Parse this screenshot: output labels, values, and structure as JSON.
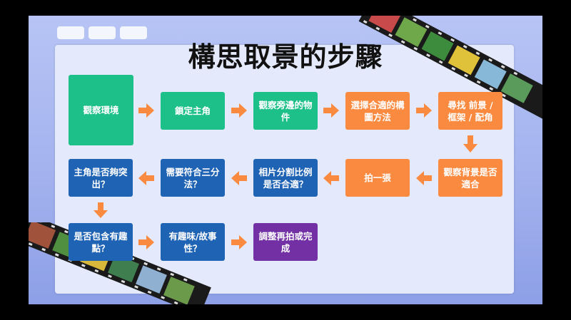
{
  "title": "構思取景的步驟",
  "colors": {
    "green": "#1ec08a",
    "orange": "#fa8a3f",
    "blue": "#1f63b4",
    "purple": "#7330a5"
  },
  "steps": [
    {
      "id": "s1",
      "text": "觀察環境"
    },
    {
      "id": "s2",
      "text": "鎖定主角"
    },
    {
      "id": "s3",
      "text": "觀察旁邊的物件"
    },
    {
      "id": "s4",
      "text": "選擇合適的構圖方法"
    },
    {
      "id": "s5",
      "text": "尋找 前景 / 框架 / 配角"
    },
    {
      "id": "s6",
      "text": "觀察背景是否適合"
    },
    {
      "id": "s7",
      "text": "拍一張"
    },
    {
      "id": "s8",
      "text": "相片分割比例是否合適？"
    },
    {
      "id": "s9",
      "text": "需要符合三分法？"
    },
    {
      "id": "s10",
      "text": "主角是否夠突出？"
    },
    {
      "id": "s11",
      "text": "是否包含有趣點？"
    },
    {
      "id": "s12",
      "text": "有趣味/故事性？"
    },
    {
      "id": "s13",
      "text": "調整再拍或完成"
    }
  ],
  "icons": {
    "film_strip": "film-strip-icon",
    "arrow": "arrow-icon"
  }
}
